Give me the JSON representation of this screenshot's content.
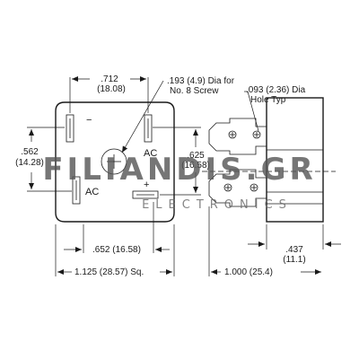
{
  "watermark": {
    "brand": "FILIANDIS.GR",
    "tagline": "ELECTRONICS"
  },
  "terminals": {
    "minus": "−",
    "ac_right": "AC",
    "ac_left": "AC",
    "plus": "+"
  },
  "callouts": {
    "screw_hole_line1": ".193 (4.9) Dia for",
    "screw_hole_line2": "No. 8 Screw",
    "hole_typ_line1": ".093 (2.36) Dia",
    "hole_typ_line2": "Hole Typ"
  },
  "dimensions": {
    "top_width": ".712",
    "top_width_mm": "(18.08)",
    "left_height": ".562",
    "left_height_mm": "(14.28)",
    "right_height": ".625",
    "right_height_mm": "(16.58)",
    "bottom_inner": ".652 (16.58)",
    "overall_square": "1.125 (28.57) Sq.",
    "side_length": "1.000 (25.4)",
    "body_thickness": ".437",
    "body_thickness_mm": "(11.1)"
  }
}
